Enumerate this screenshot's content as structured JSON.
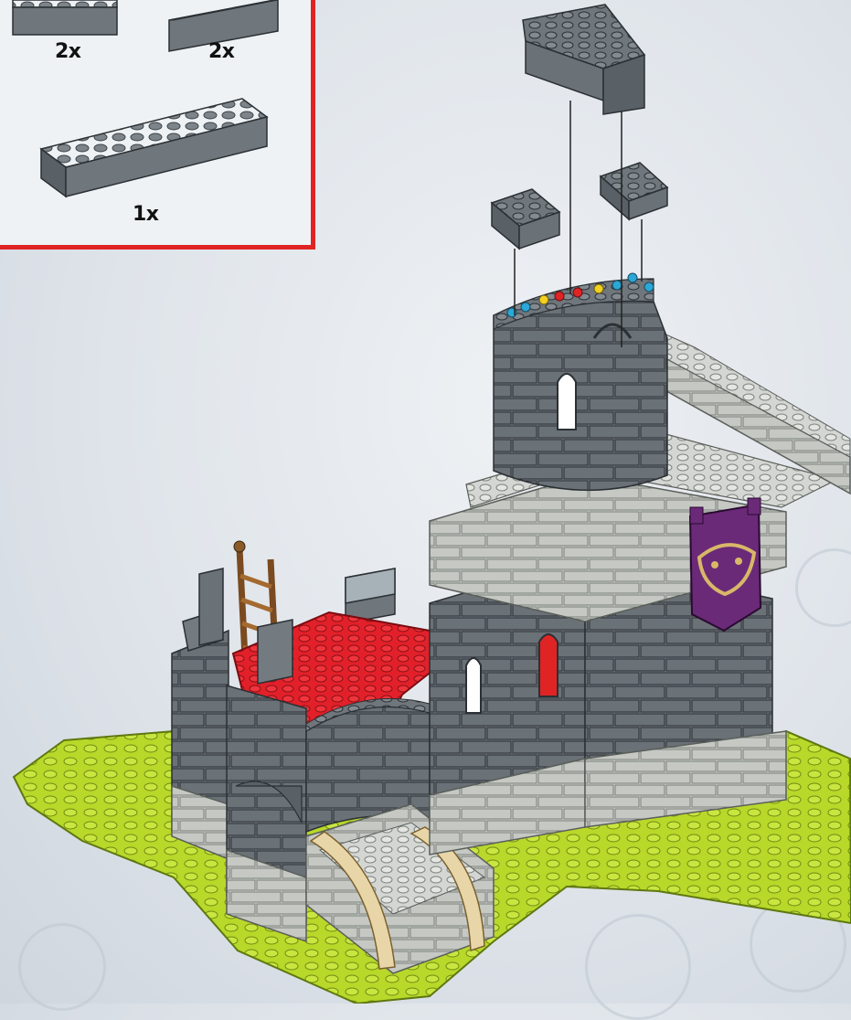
{
  "parts_callout": {
    "items": [
      {
        "quantity": "2x",
        "part": "dark-gray-2x4-brick"
      },
      {
        "quantity": "2x",
        "part": "dark-gray-2x4-brick"
      },
      {
        "quantity": "1x",
        "part": "dark-gray-2x8-brick"
      }
    ],
    "border_color": "#e02424"
  },
  "colors": {
    "dark_gray_brick": "#6f767c",
    "light_gray_brick": "#c8ccc8",
    "red_plate": "#e2202a",
    "lime_baseplate": "#b8d82a",
    "purple_banner": "#6a2a78",
    "brown_ladder": "#7a4a20",
    "tan_arch": "#e8d6a8"
  }
}
